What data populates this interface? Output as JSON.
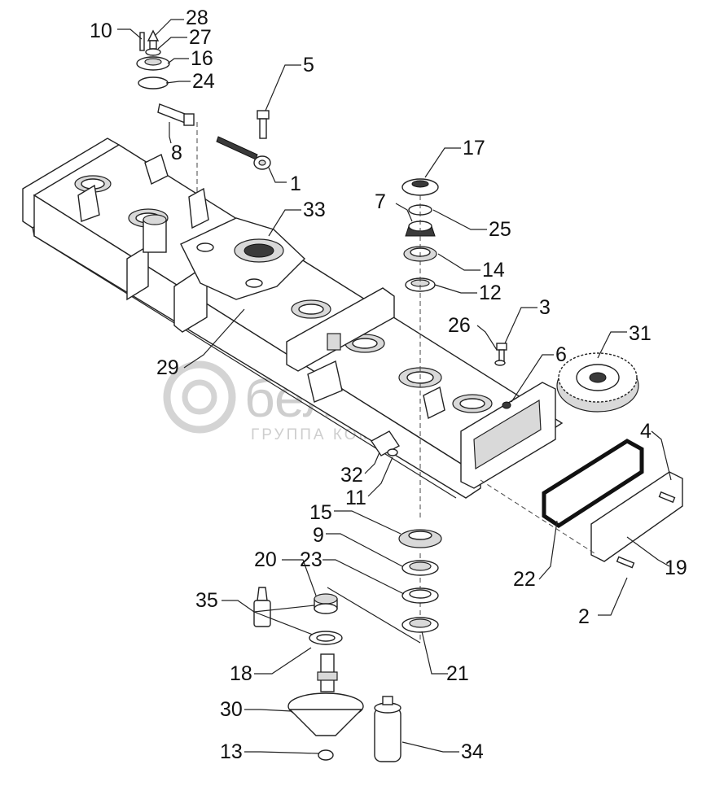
{
  "watermark": {
    "brand": "белагро",
    "tagline": "ГРУППА КОМПАНИЙ"
  },
  "callouts": [
    "10",
    "28",
    "27",
    "16",
    "24",
    "5",
    "8",
    "1",
    "33",
    "17",
    "7",
    "25",
    "14",
    "12",
    "3",
    "26",
    "31",
    "6",
    "29",
    "4",
    "32",
    "11",
    "15",
    "9",
    "20",
    "23",
    "35",
    "22",
    "19",
    "2",
    "18",
    "21",
    "30",
    "13",
    "34"
  ],
  "colors": {
    "line": "#222222",
    "watermark": "#c9c9c9",
    "background": "#ffffff"
  }
}
